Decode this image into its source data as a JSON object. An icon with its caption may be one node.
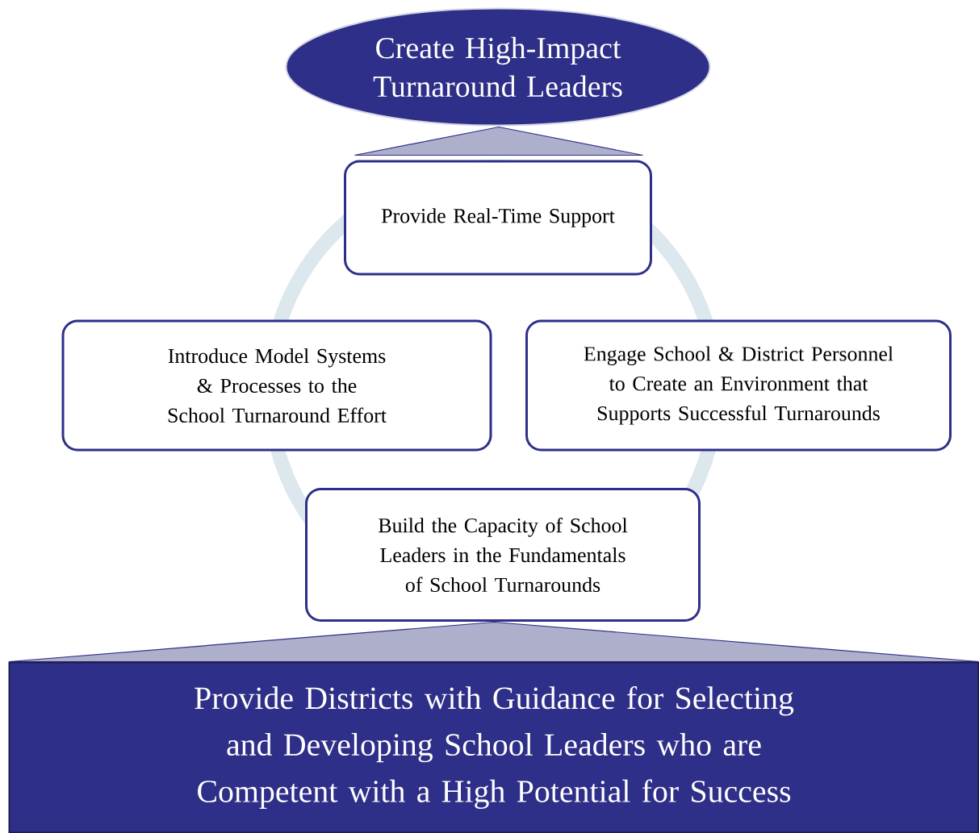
{
  "diagram": {
    "nodes": [
      {
        "text": [
          "Create High-Impact Turnaround Leaders"
        ]
      },
      {
        "text": [],
        "shape": "triangle"
      },
      {
        "text": [
          "Provide Real-Time Support"
        ]
      },
      {
        "text": [
          "Introduce Model Systems & Processes to the School Turnaround Effort"
        ]
      },
      {
        "text": [
          "Engage School & District Personnel to Create an Environment that Supports Successful Turnarounds"
        ]
      },
      {
        "text": [
          "Build the Capacity of School Leaders in the Fundamentals of School Turnarounds"
        ]
      },
      {
        "text": [],
        "shape": "triangle"
      },
      {
        "text": [
          "Provide Districts with Guidance for Selecting and Developing School Leaders who are Competent with a High Potential for Success"
        ]
      }
    ]
  }
}
